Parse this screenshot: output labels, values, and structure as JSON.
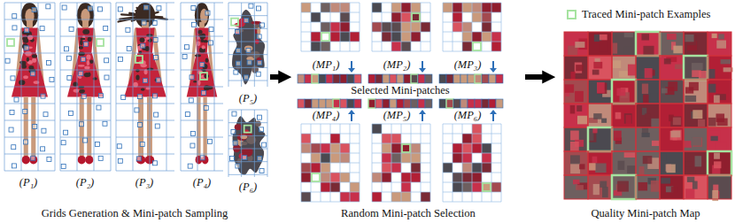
{
  "diagram": {
    "nodes": [
      {
        "text": [
          "Grids Generation & Mini-patch Sampling"
        ]
      },
      {
        "text": [
          "Random Mini-patch Selection"
        ]
      },
      {
        "text": [
          "Quality Mini-patch Map"
        ]
      }
    ],
    "edges": [
      {
        "from": 0,
        "to": 1,
        "arrow": "to"
      },
      {
        "from": 1,
        "to": 2,
        "arrow": "to"
      }
    ],
    "labels": [
      "(P₁)",
      "(P₂)",
      "(P₃)",
      "(P₄)",
      "(P₅)",
      "(P₆)",
      "(MP₁)",
      "(MP₂)",
      "(MP₃)",
      "Selected Mini-patches",
      "(MP₄)",
      "(MP₅)",
      "(MP₆)"
    ],
    "legend": [
      {
        "text": "Traced Mini-patch Examples"
      }
    ]
  }
}
